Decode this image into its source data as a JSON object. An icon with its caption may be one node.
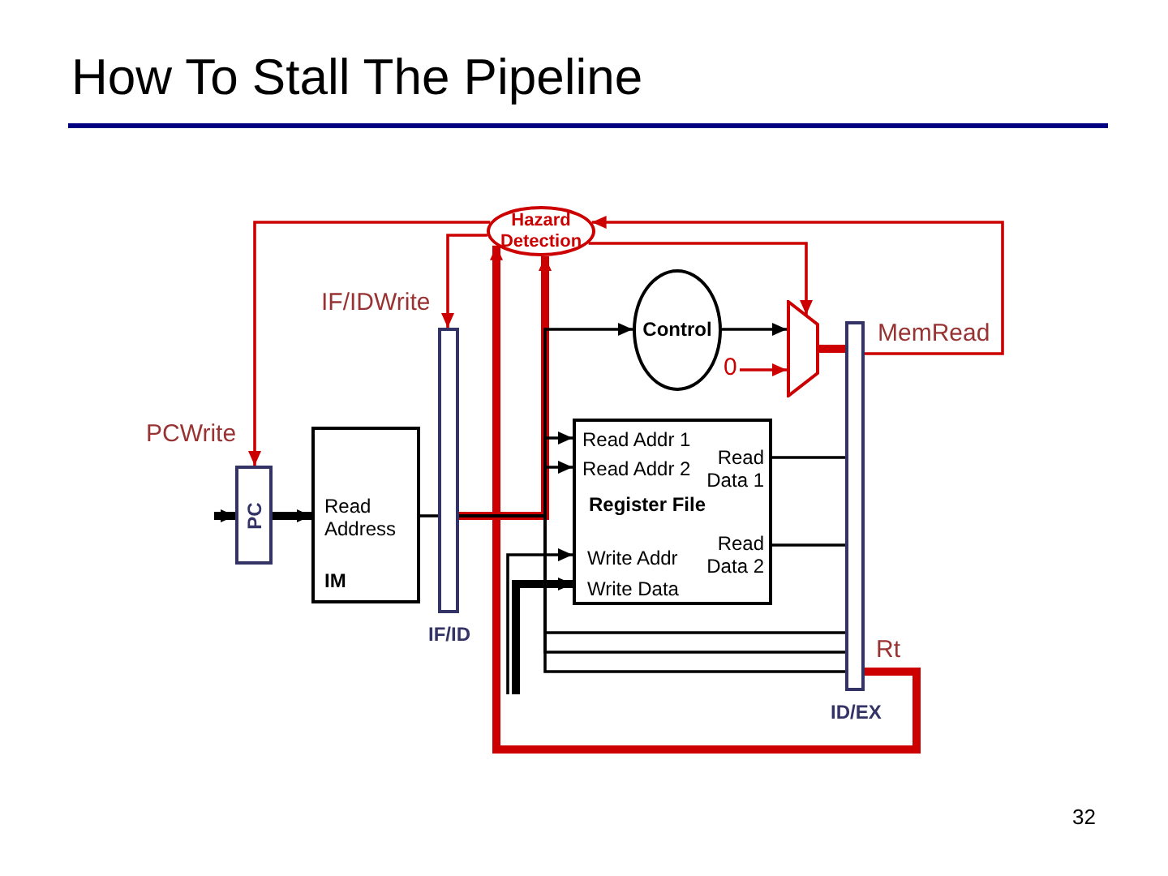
{
  "diagram": {
    "title": "How To Stall The Pipeline",
    "nodes": [
      {
        "text": [
          "Hazard Detection"
        ]
      },
      {
        "text": [
          "Control"
        ]
      },
      {
        "text": [],
        "shape": "trapezoid"
      },
      {
        "text": [],
        "shape": "bar",
        "beside": [
          "IF/ID"
        ]
      },
      {
        "text": [],
        "shape": "bar",
        "beside": [
          "ID/EX"
        ]
      },
      {
        "text": [
          "PC"
        ]
      },
      {
        "text": [
          "Read Address",
          "IM"
        ]
      },
      {
        "text": [
          "Read Addr 1",
          "Read Data 1",
          "Read Addr 2",
          "Register File",
          "Read Data 2",
          "Write Addr",
          "Write Data"
        ]
      },
      {
        "text": [
          "0"
        ]
      }
    ],
    "edges": [
      {
        "from": 0,
        "to": 3,
        "arrow": "to",
        "color": "#cc0000"
      },
      {
        "from": 0,
        "to": 5,
        "arrow": "to",
        "color": "#cc0000"
      },
      {
        "from": 0,
        "to": 2,
        "arrow": "to",
        "color": "#cc0000"
      },
      {
        "from": 4,
        "to": 0,
        "arrow": "to",
        "color": "#cc0000"
      },
      {
        "from": 4,
        "to": 0,
        "arrow": "to",
        "style": "thick",
        "color": "#cc0000"
      },
      {
        "from": 3,
        "to": 0,
        "arrow": "to",
        "style": "thick",
        "color": "#cc0000"
      },
      {
        "from": 5,
        "to": 6,
        "arrow": "to",
        "style": "thick"
      },
      {
        "from": null,
        "to": 5,
        "arrow": "to",
        "style": "thick"
      },
      {
        "from": 6,
        "to": 3,
        "arrow": "none"
      },
      {
        "from": 3,
        "to": 1,
        "arrow": "to"
      },
      {
        "from": 3,
        "to": 7,
        "arrow": "to"
      },
      {
        "from": 3,
        "to": 7,
        "arrow": "to"
      },
      {
        "from": 3,
        "to": 4,
        "arrow": "none"
      },
      {
        "from": 3,
        "to": 4,
        "arrow": "none"
      },
      {
        "from": 3,
        "to": 4,
        "arrow": "none"
      },
      {
        "from": 1,
        "to": 2,
        "arrow": "to"
      },
      {
        "from": 8,
        "to": 2,
        "arrow": "to",
        "color": "#cc0000"
      },
      {
        "from": 2,
        "to": 4,
        "arrow": "none",
        "style": "thick",
        "color": "#cc0000"
      },
      {
        "from": 7,
        "to": 4,
        "arrow": "none"
      },
      {
        "from": 7,
        "to": 4,
        "arrow": "none"
      },
      {
        "from": null,
        "to": 7,
        "arrow": "to"
      },
      {
        "from": null,
        "to": 7,
        "arrow": "to",
        "style": "thick"
      }
    ],
    "labels": [
      "IF/IDWrite",
      "MemRead",
      "PCWrite",
      "Rt",
      "32"
    ]
  }
}
